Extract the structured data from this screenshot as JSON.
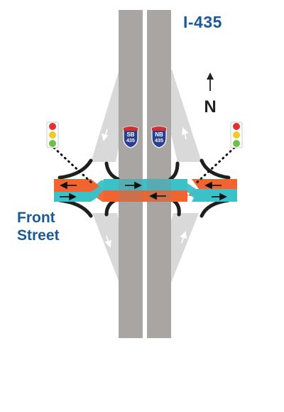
{
  "title": "I-435",
  "street": {
    "line1": "Front",
    "line2": "Street"
  },
  "north_label": "N",
  "shields": {
    "sb": {
      "line1": "SB",
      "line2": "435"
    },
    "nb": {
      "line1": "NB",
      "line2": "435"
    }
  },
  "colors": {
    "title_text": "#1a5a96",
    "interstate_lanes": "#a9a5a3",
    "ramps": "#d9d9d9",
    "ramp_edge": "#1f1f1f",
    "westbound_lanes": "#f0652f",
    "eastbound_lanes": "#3cc1c9",
    "shield_blue": "#2a3f8f",
    "shield_red": "#d0312f",
    "signal_red": "#e53030",
    "signal_yellow": "#f2c824",
    "signal_green": "#6cc04a"
  },
  "icons": [
    "north-arrow-icon",
    "traffic-signal-icon",
    "interstate-shield-icon",
    "direction-arrow-icon"
  ]
}
